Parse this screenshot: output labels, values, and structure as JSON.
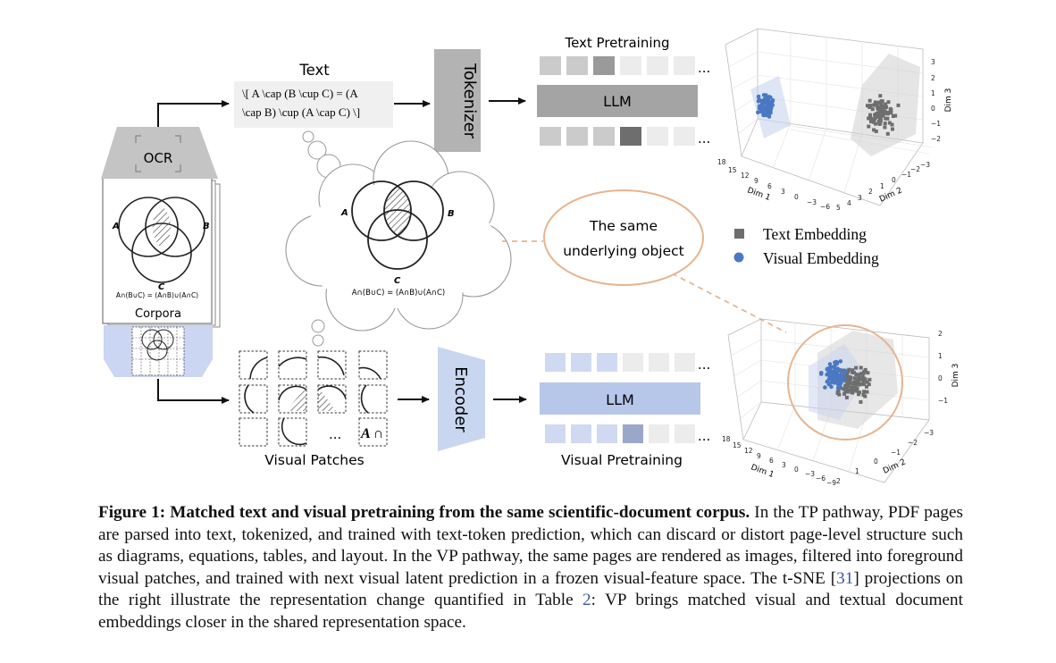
{
  "figure": {
    "text_label": "Text",
    "latex_line1": "\\[ A \\cap (B \\cup C) = (A",
    "latex_line2": "\\cap B) \\cup (A \\cap C) \\]",
    "ocr_label": "OCR",
    "corpora_label": "Corpora",
    "venn_labels": {
      "a": "A",
      "b": "B",
      "c": "C"
    },
    "venn_equation": "A∩(B∪C) = (A∩B)∪(A∩C)",
    "tokenizer_label": "Tokenizer",
    "encoder_label": "Encoder",
    "text_pretraining_label": "Text Pretraining",
    "visual_pretraining_label": "Visual Pretraining",
    "llm_label": "LLM",
    "ellipsis": "...",
    "visual_patches_label": "Visual Patches",
    "patch_text": "A ∩",
    "bubble_line1": "The same",
    "bubble_line2": "underlying object",
    "legend": {
      "text": "Text Embedding",
      "visual": "Visual Embedding"
    },
    "plot_top": {
      "zlabel": "Dim 3",
      "xlabel": "Dim 1",
      "ylabel": "Dim 2",
      "z_ticks": [
        "3",
        "2",
        "1",
        "0",
        "−1",
        "−2"
      ],
      "x_ticks": [
        "18",
        "15",
        "12",
        "9",
        "6",
        "3",
        "0",
        "−3",
        "−6"
      ],
      "y_ticks": [
        "5",
        "4",
        "3",
        "2",
        "1",
        "0",
        "−1",
        "−2",
        "−3"
      ]
    },
    "plot_bottom": {
      "zlabel": "Dim 3",
      "xlabel": "Dim 1",
      "ylabel": "Dim 2",
      "z_ticks": [
        "2",
        "1",
        "0",
        "−1"
      ],
      "x_ticks": [
        "18",
        "15",
        "12",
        "9",
        "6",
        "3",
        "0",
        "−3",
        "−6",
        "−9"
      ],
      "y_ticks": [
        "2",
        "1",
        "0",
        "−1",
        "−2",
        "−3"
      ]
    },
    "colors": {
      "text_embedding": "#6e6e6e",
      "visual_embedding": "#4a78c2",
      "bubble_border": "#e6b48f",
      "encoder": "#c9d6f0",
      "tokenizer": "#b3b3b3"
    }
  },
  "caption": {
    "fig_label": "Figure 1:",
    "title": "Matched text and visual pretraining from the same scientific-document corpus.",
    "body1": " In the TP pathway, PDF pages are parsed into text, tokenized, and trained with text-token prediction, which can discard or distort page-level structure such as diagrams, equations, tables, and layout. In the VP pathway, the same pages are rendered as images, filtered into foreground visual patches, and trained with next visual latent prediction in a frozen visual-feature space. The t-SNE [",
    "ref1": "31",
    "body2": "] projections on the right illustrate the representation change quantified in Table ",
    "ref2": "2",
    "body3": ": VP brings matched visual and textual document embeddings closer in the shared representation space."
  }
}
